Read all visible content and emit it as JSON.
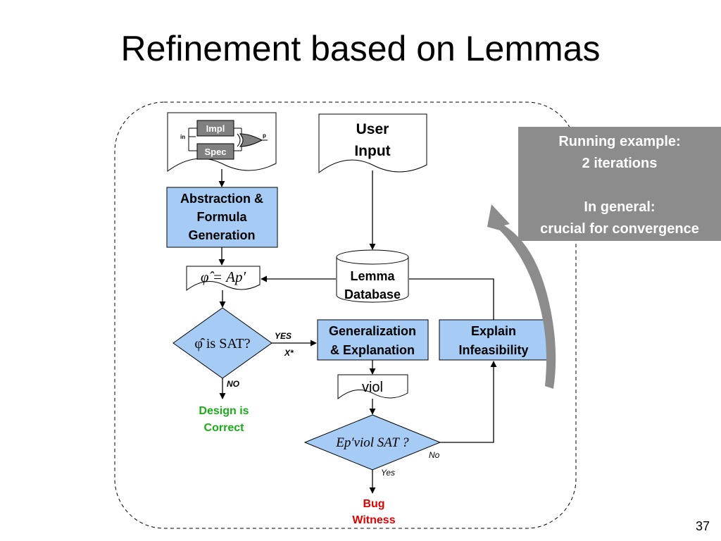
{
  "slide": {
    "title": "Refinement based on Lemmas",
    "page_number": "37"
  },
  "circuit": {
    "impl": "Impl",
    "spec": "Spec",
    "in": "in",
    "p": "p"
  },
  "nodes": {
    "user_input": [
      "User",
      "Input"
    ],
    "abstraction": [
      "Abstraction &",
      "Formula",
      "Generation"
    ],
    "formula": "φ̂ = Ap′",
    "sat_check": "φ̂ is SAT?",
    "lemma_db": [
      "Lemma",
      "Database"
    ],
    "generalization": [
      "Generalization",
      "& Explanation"
    ],
    "explain": [
      "Explain",
      "Infeasibility"
    ],
    "viol": "viol",
    "ep_check": "Ep′viol SAT ?",
    "design_correct": [
      "Design is",
      "Correct"
    ],
    "bug_witness": [
      "Bug",
      "Witness"
    ]
  },
  "edge_labels": {
    "yes_upper": "YES",
    "x_star": "X*",
    "no_upper": "NO",
    "no_lower": "No",
    "yes_lower": "Yes"
  },
  "callout": {
    "line1": "Running example:",
    "line2": "2 iterations",
    "line3": "In general:",
    "line4": "crucial for convergence"
  },
  "colors": {
    "box_fill": "#a6ccf5",
    "green_text": "#1aab1a",
    "red_text": "#e00000",
    "gray_panel": "#8c8c8c",
    "arrow_gray": "#8c8c8c"
  }
}
